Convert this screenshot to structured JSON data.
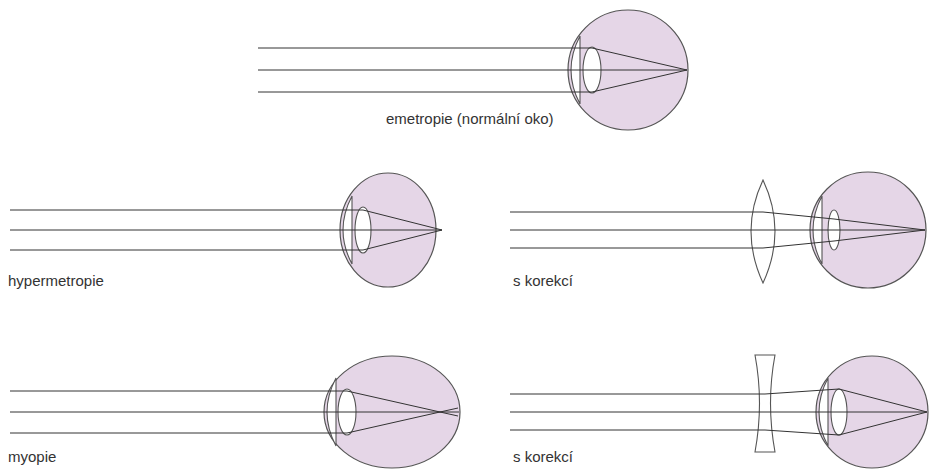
{
  "diagram": {
    "labels": [
      "emetropie (normální oko)",
      "hypermetropie",
      "s korekcí",
      "myopie",
      "s korekcí"
    ]
  }
}
